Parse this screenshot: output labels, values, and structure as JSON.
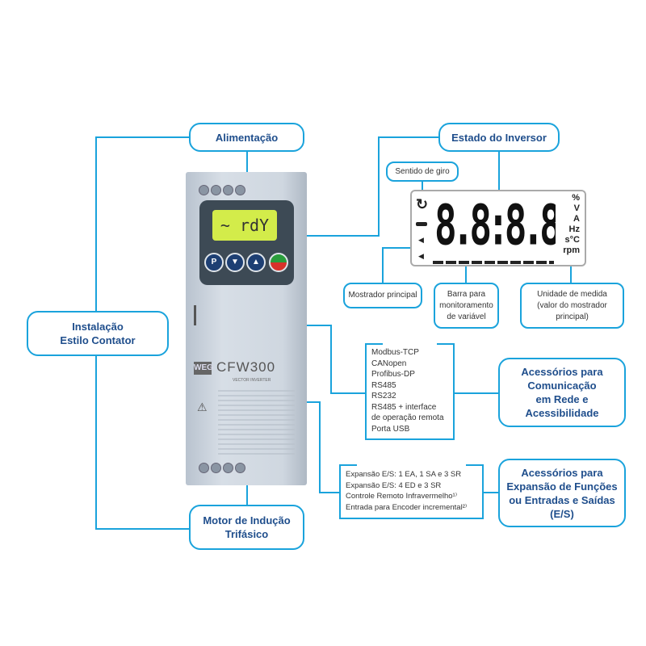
{
  "labels": {
    "alimentacao": "Alimentação",
    "estado": "Estado do Inversor",
    "instalacao_1": "Instalação",
    "instalacao_2": "Estilo Contator",
    "motor_1": "Motor de Indução",
    "motor_2": "Trifásico",
    "sentido": "Sentido de giro",
    "mostrador": "Mostrador principal",
    "barra_1": "Barra para",
    "barra_2": "monitoramento",
    "barra_3": "de variável",
    "unidade_1": "Unidade de medida",
    "unidade_2": "(valor do mostrador",
    "unidade_3": "principal)",
    "com_1": "Acessórios para",
    "com_2": "Comunicação",
    "com_3": "em Rede e",
    "com_4": "Acessibilidade",
    "exp_1": "Acessórios para",
    "exp_2": "Expansão de Funções",
    "exp_3": "ou Entradas e Saídas",
    "exp_4": "(E/S)"
  },
  "comm_list": [
    "Modbus-TCP",
    "CANopen",
    "Profibus-DP",
    "RS485",
    "RS232",
    "RS485 + interface",
    "de operação remota",
    "Porta USB"
  ],
  "exp_list": [
    "Expansão E/S: 1 EA, 1 SA e 3 SR",
    "Expansão E/S: 4 ED e 3 SR",
    "Controle Remoto Infravermelho¹⁾",
    "Entrada para Encoder incremental²⁾"
  ],
  "device": {
    "brand": "WEG",
    "model": "CFW300",
    "subtitle": "VECTOR INVERTER",
    "display": "~ rdY",
    "keys": [
      "P",
      "▼",
      "▲"
    ]
  },
  "lcd": {
    "digits": "8.8:8.8",
    "units": [
      "%",
      "V",
      "A",
      "Hz",
      "s°C",
      "rpm"
    ]
  },
  "colors": {
    "accent": "#1aa3dc",
    "title": "#1f4e8c"
  }
}
